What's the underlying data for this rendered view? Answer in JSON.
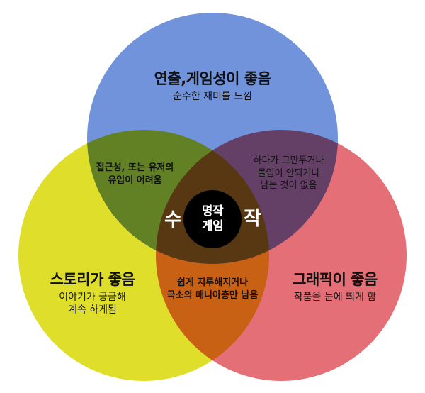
{
  "background": "#ffffff",
  "venn": {
    "top_circle": {
      "title": "연출,게임성이 좋음",
      "subtitle": "순수한 재미를 느낌",
      "color": "#7093dc"
    },
    "left_circle": {
      "title": "스토리가 좋음",
      "subtitle_line1": "이야기가 궁금해",
      "subtitle_line2": "계속 하게됨",
      "color": "#dfdf2b"
    },
    "right_circle": {
      "title": "그래픽이 좋음",
      "subtitle": "작품을 눈에 띄게 함",
      "color": "#e56f76"
    },
    "overlap_top_left": {
      "line1": "접근성, 또는 유저의",
      "line2": "유입이 어려움"
    },
    "overlap_top_right": {
      "line1": "하다가 그만두거나",
      "line2": "몰입이 안되거나",
      "line3": "남는 것이 없음"
    },
    "overlap_bottom": {
      "line1": "쉽게 지루해지거나",
      "line2": "극소의 매니아층만 남음"
    },
    "center": {
      "left_char": "수",
      "right_char": "작",
      "label_line1": "명작",
      "label_line2": "게임",
      "circle_color": "#000000",
      "text_color": "#ffffff"
    }
  }
}
